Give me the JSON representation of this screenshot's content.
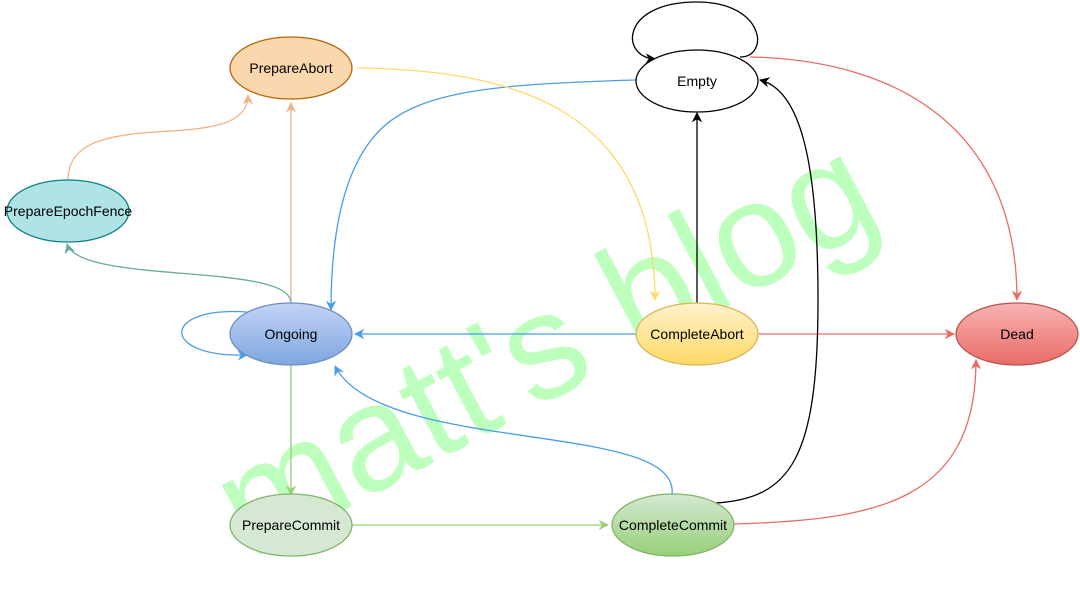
{
  "diagram": {
    "watermark": "matt's blog",
    "states": {
      "empty": "Empty",
      "prepare_abort": "PrepareAbort",
      "prepare_epoch_fence": "PrepareEpochFence",
      "ongoing": "Ongoing",
      "complete_abort": "CompleteAbort",
      "dead": "Dead",
      "prepare_commit": "PrepareCommit",
      "complete_commit": "CompleteCommit"
    },
    "transitions": [
      {
        "from": "empty",
        "to": "empty"
      },
      {
        "from": "empty",
        "to": "ongoing"
      },
      {
        "from": "empty",
        "to": "dead"
      },
      {
        "from": "ongoing",
        "to": "ongoing"
      },
      {
        "from": "ongoing",
        "to": "prepare_abort"
      },
      {
        "from": "ongoing",
        "to": "prepare_epoch_fence"
      },
      {
        "from": "ongoing",
        "to": "prepare_commit"
      },
      {
        "from": "prepare_epoch_fence",
        "to": "prepare_abort"
      },
      {
        "from": "prepare_abort",
        "to": "complete_abort"
      },
      {
        "from": "complete_abort",
        "to": "empty"
      },
      {
        "from": "complete_abort",
        "to": "ongoing"
      },
      {
        "from": "complete_abort",
        "to": "dead"
      },
      {
        "from": "prepare_commit",
        "to": "complete_commit"
      },
      {
        "from": "complete_commit",
        "to": "empty"
      },
      {
        "from": "complete_commit",
        "to": "ongoing"
      },
      {
        "from": "complete_commit",
        "to": "dead"
      }
    ],
    "colors": {
      "empty": {
        "fill": "#ffffff",
        "stroke": "#000000"
      },
      "prepare_abort": {
        "fill": "#fad7ac",
        "stroke": "#b46504"
      },
      "prepare_epoch_fence": {
        "fill": "#b0e3e6",
        "stroke": "#0e8088"
      },
      "ongoing": {
        "fill": "#a3bdf0",
        "stroke": "#6c8ebf"
      },
      "complete_abort": {
        "fill": "#ffe28a",
        "stroke": "#d6b656"
      },
      "dead": {
        "fill": "#f08080",
        "stroke": "#b85450"
      },
      "prepare_commit": {
        "fill": "#d5e8d4",
        "stroke": "#82b366"
      },
      "complete_commit": {
        "fill": "#a8d690",
        "stroke": "#82b366"
      },
      "edge_blue": "#4a9ee6",
      "edge_orange": "#f4b183",
      "edge_yellow": "#ffd966",
      "edge_red": "#ea6b66",
      "edge_teal": "#67ab9f",
      "edge_green": "#97d077",
      "edge_black": "#000000",
      "watermark": "#a8ffa8"
    }
  }
}
